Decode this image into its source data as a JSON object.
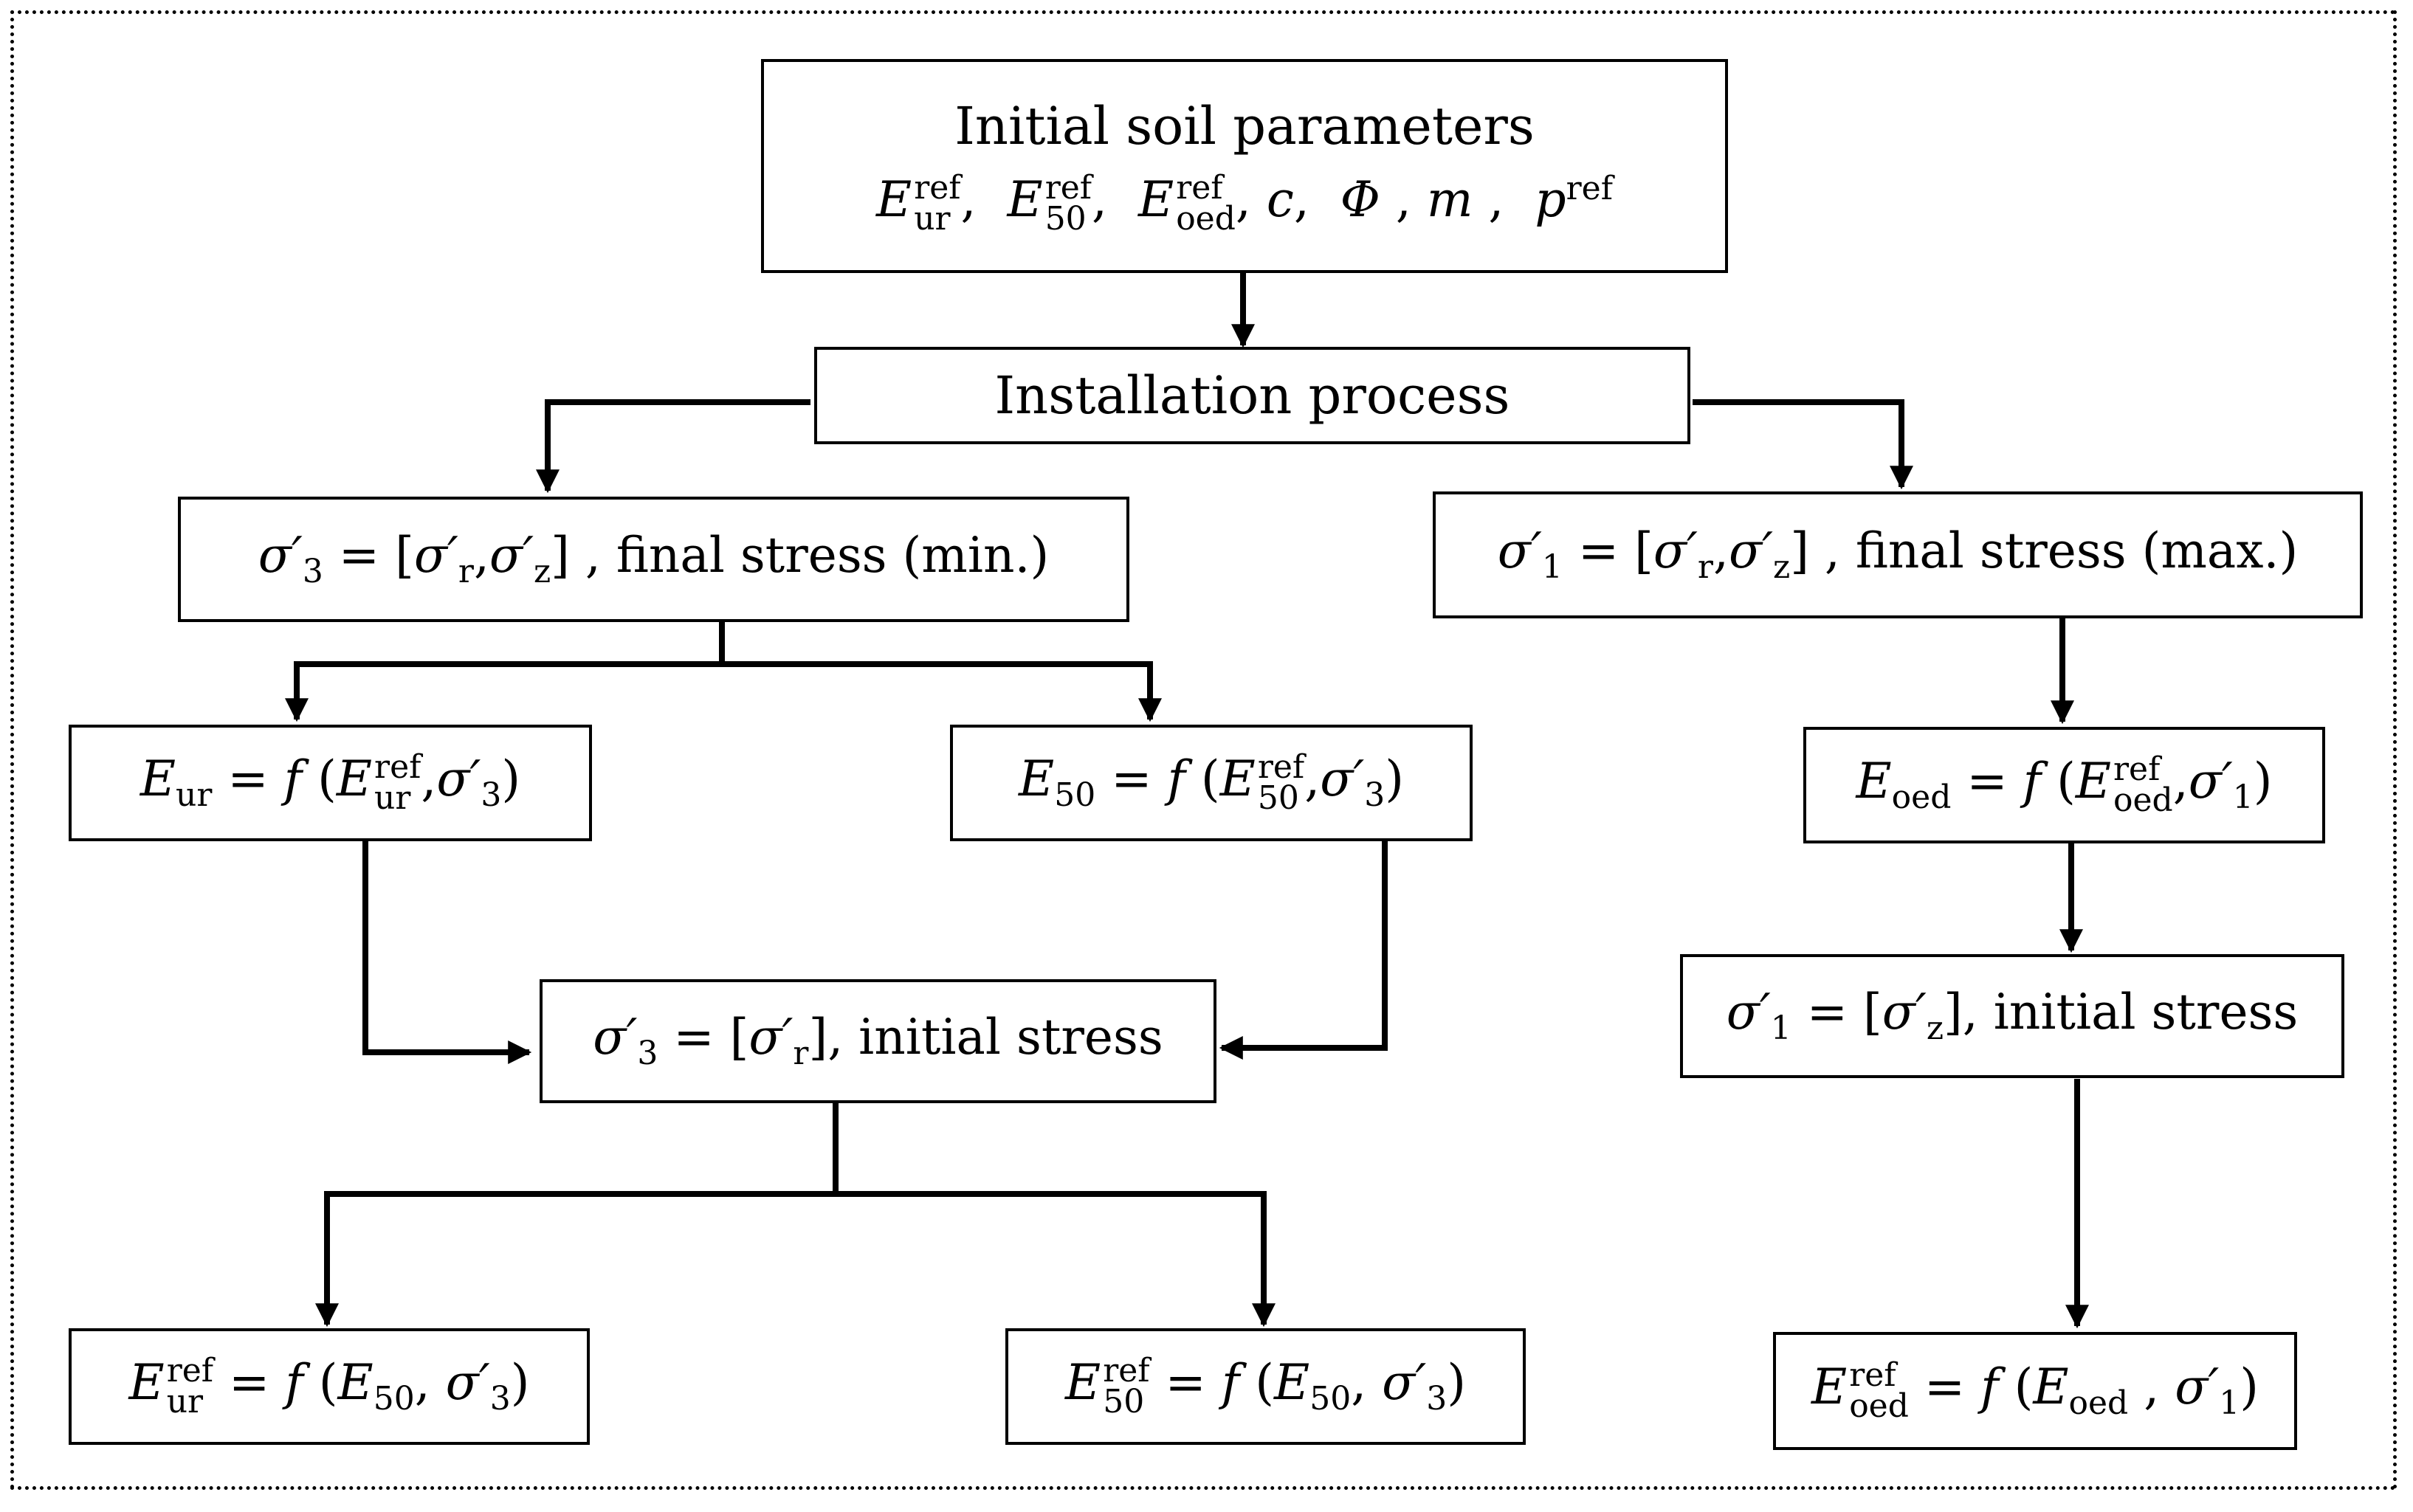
{
  "nodes": {
    "initial_params": {
      "title": "Initial soil parameters",
      "E": "E",
      "ref": "ref",
      "ur": "ur",
      "n50": "50",
      "oed": "oed",
      "comma": ",",
      "c": "c",
      "phi": "Φ",
      "m": "m",
      "p": "p"
    },
    "installation": {
      "title": "Installation process"
    },
    "sigma3_final": {
      "lhs": "σ′",
      "lhs_sub": "3",
      "eq": "=",
      "open": "[",
      "s1": "σ′",
      "s1_sub": "r",
      "sep": ",",
      "s2": "σ′",
      "s2_sub": "z",
      "close": "]",
      "text": ", final stress (min.)"
    },
    "sigma1_final": {
      "lhs": "σ′",
      "lhs_sub": "1",
      "eq": "=",
      "open": "[",
      "s1": "σ′",
      "s1_sub": "r",
      "sep": ",",
      "s2": "σ′",
      "s2_sub": "z",
      "close": "]",
      "text": ", final stress (max.)"
    },
    "eur_fn": {
      "E": "E",
      "sub": "ur",
      "eq": "=",
      "f": "f",
      "arg_E": "E",
      "arg_sup": "ref",
      "arg_sub": "ur",
      "sigma": "σ′",
      "sigma_sub": "3"
    },
    "e50_fn": {
      "E": "E",
      "sub": "50",
      "eq": "=",
      "f": "f",
      "arg_E": "E",
      "arg_sup": "ref",
      "arg_sub": "50",
      "sigma": "σ′",
      "sigma_sub": "3"
    },
    "eoed_fn": {
      "E": "E",
      "sub": "oed",
      "eq": "=",
      "f": "f",
      "arg_E": "E",
      "arg_sup": "ref",
      "arg_sub": "oed",
      "sigma": "σ′",
      "sigma_sub": "1"
    },
    "sigma3_initial": {
      "lhs": "σ′",
      "lhs_sub": "3",
      "eq": "=",
      "open": "[",
      "s1": "σ′",
      "s1_sub": "r",
      "close": "]",
      "text": ", initial stress"
    },
    "sigma1_initial": {
      "lhs": "σ′",
      "lhs_sub": "1",
      "eq": "=",
      "open": "[",
      "s1": "σ′",
      "s1_sub": "z",
      "close": "]",
      "text": ", initial stress"
    },
    "eur_ref_fn": {
      "E": "E",
      "sup": "ref",
      "sub": "ur",
      "eq": "=",
      "f": "f",
      "arg_E": "E",
      "arg_sub": "50",
      "sigma": "σ′",
      "sigma_sub": "3"
    },
    "e50_ref_fn": {
      "E": "E",
      "sup": "ref",
      "sub": "50",
      "eq": "=",
      "f": "f",
      "arg_E": "E",
      "arg_sub": "50",
      "sigma": "σ′",
      "sigma_sub": "3"
    },
    "eoed_ref_fn": {
      "E": "E",
      "sup": "ref",
      "sub": "oed",
      "eq": "=",
      "f": "f",
      "arg_E": "E",
      "arg_sub": "oed",
      "sigma": "σ′",
      "sigma_sub": "1"
    }
  },
  "colors": {
    "line": "#000000",
    "background": "#ffffff"
  }
}
